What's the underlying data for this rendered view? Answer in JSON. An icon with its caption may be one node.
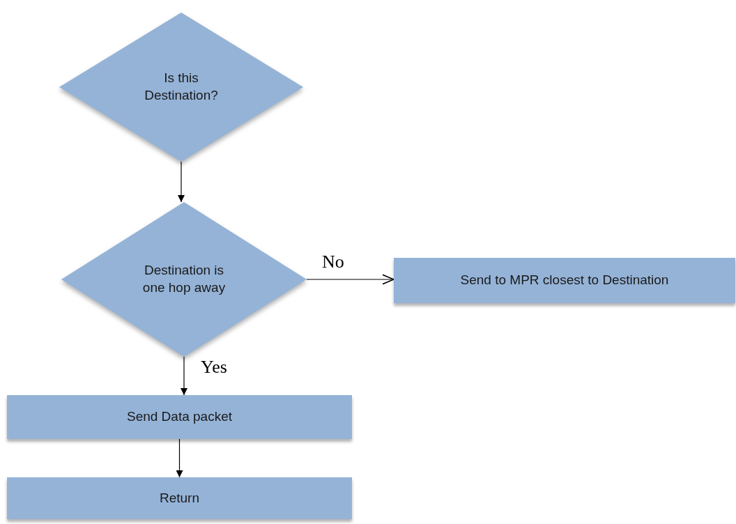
{
  "diagram": {
    "nodes": [
      {
        "text": [
          "Is this Destination?"
        ]
      },
      {
        "text": [
          "Destination is one hop away"
        ]
      },
      {
        "text": [
          "Send to MPR closest to Destination"
        ]
      },
      {
        "text": [
          "Send Data packet"
        ]
      },
      {
        "text": [
          "Return"
        ]
      }
    ],
    "edges": [
      {
        "from": 0,
        "to": 1,
        "arrow": "to"
      },
      {
        "from": 1,
        "to": 2,
        "arrow": "to",
        "label": "No"
      },
      {
        "from": 1,
        "to": 3,
        "arrow": "to",
        "label": "Yes"
      },
      {
        "from": 3,
        "to": 4,
        "arrow": "to"
      }
    ]
  }
}
